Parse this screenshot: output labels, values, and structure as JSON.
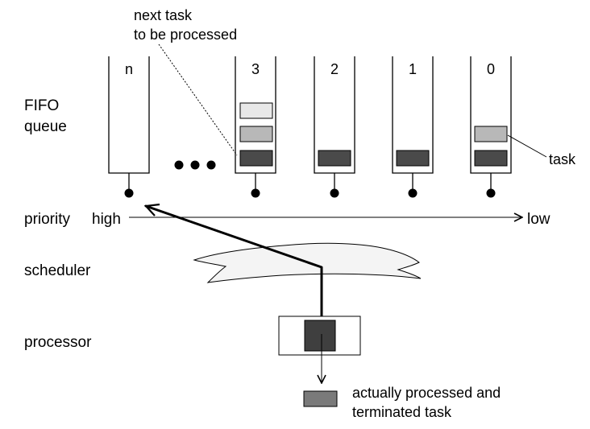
{
  "row_labels": {
    "fifo_line1": "FIFO",
    "fifo_line2": "queue",
    "priority": "priority",
    "scheduler": "scheduler",
    "processor": "processor"
  },
  "annotations": {
    "next_task_line1": "next task",
    "next_task_line2": "to be processed",
    "task": "task",
    "processed_line1": "actually processed and",
    "processed_line2": "terminated task"
  },
  "priority_axis": {
    "high": "high",
    "low": "low"
  },
  "queues": [
    {
      "label": "n",
      "tasks": []
    },
    {
      "label": "3",
      "tasks": [
        "light",
        "medium",
        "dark"
      ]
    },
    {
      "label": "2",
      "tasks": [
        "dark"
      ]
    },
    {
      "label": "1",
      "tasks": [
        "dark"
      ]
    },
    {
      "label": "0",
      "tasks": [
        "medium",
        "dark"
      ]
    }
  ],
  "colors": {
    "task_light": "#e8e8e8",
    "task_medium": "#b8b8b8",
    "task_dark": "#4a4a4a",
    "task_processing": "#3f3f3f",
    "task_terminated": "#7a7a7a",
    "scheduler_fill": "#f4f4f4"
  }
}
